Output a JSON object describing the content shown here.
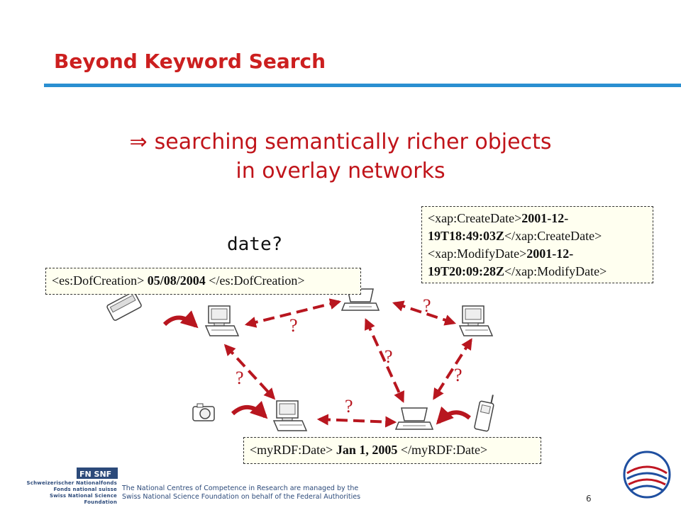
{
  "slide": {
    "title": "Beyond Keyword Search",
    "subtitle_arrow": "⇒",
    "subtitle_line1": "searching semantically richer objects",
    "subtitle_line2": "in overlay networks",
    "query": "date?"
  },
  "boxes": {
    "es": {
      "open": "<es:DofCreation>",
      "value": "05/08/2004",
      "close": "</es:DofCreation>"
    },
    "rdf": {
      "open": "<myRDF:Date>",
      "value": "Jan 1, 2005",
      "close": "</myRDF:Date>"
    },
    "xap": {
      "create_open": "<xap:CreateDate>",
      "create_value_1": "2001-12-",
      "create_value_2": "19T18:49:03Z",
      "create_close": "</xap:CreateDate>",
      "modify_open": "<xap:ModifyDate>",
      "modify_value_1": "2001-12-",
      "modify_value_2": "19T20:09:28Z",
      "modify_close": "</xap:ModifyDate>"
    }
  },
  "diagram": {
    "question_mark": "?"
  },
  "footer": {
    "line1": "The National Centres of Competence in Research are managed by the",
    "line2": "Swiss National Science Foundation on behalf of the Federal Authorities",
    "page_number": "6",
    "snf_line1": "Schweizerischer Nationalfonds",
    "snf_line2": "Fonds national suisse",
    "snf_line3": "Swiss National Science Foundation",
    "fnsnf": "FN SNF"
  },
  "colors": {
    "title": "#cc1f1f",
    "accent_rule": "#2a8fd1",
    "arrow": "#b8161f"
  }
}
